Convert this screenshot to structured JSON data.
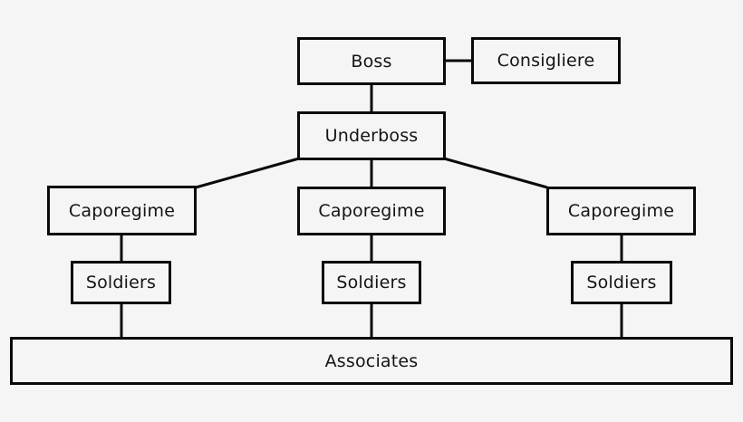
{
  "diagram": {
    "type": "org-chart",
    "subject": "crime family hierarchy",
    "colors": {
      "background": "#f5f5f5",
      "box_fill": "#f5f5f5",
      "border": "#0a0a0a",
      "line": "#0a0a0a",
      "text": "#141414"
    },
    "nodes": {
      "boss": {
        "label": "Boss"
      },
      "consigliere": {
        "label": "Consigliere"
      },
      "underboss": {
        "label": "Underboss"
      },
      "caporegime_left": {
        "label": "Caporegime"
      },
      "caporegime_middle": {
        "label": "Caporegime"
      },
      "caporegime_right": {
        "label": "Caporegime"
      },
      "soldiers_left": {
        "label": "Soldiers"
      },
      "soldiers_middle": {
        "label": "Soldiers"
      },
      "soldiers_right": {
        "label": "Soldiers"
      },
      "associates": {
        "label": "Associates"
      }
    },
    "edges": [
      {
        "from": "boss",
        "to": "consigliere",
        "style": "horizontal"
      },
      {
        "from": "boss",
        "to": "underboss",
        "style": "vertical"
      },
      {
        "from": "underboss",
        "to": "caporegime_left",
        "style": "diagonal"
      },
      {
        "from": "underboss",
        "to": "caporegime_middle",
        "style": "vertical"
      },
      {
        "from": "underboss",
        "to": "caporegime_right",
        "style": "diagonal"
      },
      {
        "from": "caporegime_left",
        "to": "soldiers_left",
        "style": "vertical"
      },
      {
        "from": "caporegime_middle",
        "to": "soldiers_middle",
        "style": "vertical"
      },
      {
        "from": "caporegime_right",
        "to": "soldiers_right",
        "style": "vertical"
      },
      {
        "from": "soldiers_left",
        "to": "associates",
        "style": "vertical"
      },
      {
        "from": "soldiers_middle",
        "to": "associates",
        "style": "vertical"
      },
      {
        "from": "soldiers_right",
        "to": "associates",
        "style": "vertical"
      }
    ]
  }
}
